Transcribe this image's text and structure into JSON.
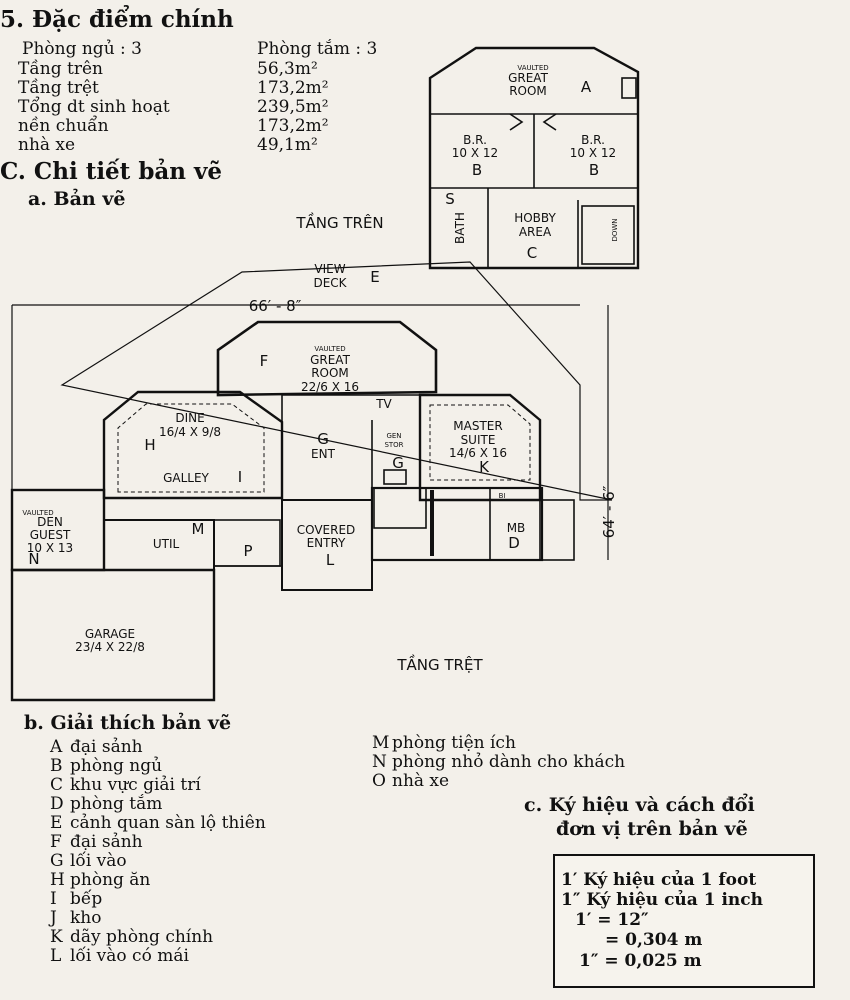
{
  "features": {
    "heading": "5. Đặc điểm chính",
    "bedrooms": "Phòng ngủ : 3",
    "bathrooms": "Phòng tắm : 3",
    "rows": [
      {
        "label": "Tầng trên",
        "value": "56,3m²"
      },
      {
        "label": "Tầng trệt",
        "value": "173,2m²"
      },
      {
        "label": "Tổng dt sinh hoạt",
        "value": "239,5m²"
      },
      {
        "label": "nền chuẩn",
        "value": "173,2m²"
      },
      {
        "label": "nhà xe",
        "value": "49,1m²"
      }
    ]
  },
  "details": {
    "heading": "C. Chi tiết bản vẽ",
    "sub": "a. Bản vẽ"
  },
  "plan": {
    "upper_title": "TẦNG TRÊN",
    "ground_title": "TẦNG TRỆT",
    "dim_width": "66′ - 8″",
    "dim_depth": "64′ - 6″",
    "upper": {
      "great_room": {
        "note": "VAULTED",
        "l1": "GREAT",
        "l2": "ROOM",
        "letter": "A"
      },
      "br_left": {
        "name": "B.R.",
        "size": "10 X 12",
        "letter": "B"
      },
      "br_right": {
        "name": "B.R.",
        "size": "10 X 12",
        "letter": "B"
      },
      "bath": {
        "name": "BATH",
        "letter": "S"
      },
      "hobby": {
        "l1": "HOBBY",
        "l2": "AREA",
        "letter": "C"
      },
      "down": "DOWN"
    },
    "ground": {
      "view_deck": {
        "l1": "VIEW",
        "l2": "DECK",
        "letter": "E"
      },
      "great_room": {
        "note": "VAULTED",
        "l1": "GREAT",
        "l2": "ROOM",
        "size": "22/6 X 16",
        "letter": "F"
      },
      "dine": {
        "name": "DINE",
        "size": "16/4 X 9/8",
        "letter": "H"
      },
      "galley": {
        "name": "GALLEY",
        "letter": "I"
      },
      "ent": {
        "name": "ENT",
        "letter": "G"
      },
      "tv": "TV",
      "gen_stor": {
        "l1": "GEN",
        "l2": "STOR",
        "letter": "G"
      },
      "master": {
        "l1": "MASTER",
        "l2": "SUITE",
        "size": "14/6 X 16",
        "letter": "K"
      },
      "den": {
        "note": "VAULTED",
        "l1": "DEN",
        "l2": "GUEST",
        "size": "10 X 13",
        "letter": "N"
      },
      "util": {
        "name": "UTIL",
        "letter": "M"
      },
      "covered_entry": {
        "l1": "COVERED",
        "l2": "ENTRY",
        "letter": "L"
      },
      "garage": {
        "name": "GARAGE",
        "size": "23/4 X 22/8"
      },
      "bi": "BI",
      "mb": {
        "name": "MB",
        "letter": "D"
      },
      "p": "P"
    }
  },
  "legend": {
    "heading": "b. Giải thích bản vẽ",
    "col1": [
      {
        "k": "A",
        "v": "đại sảnh"
      },
      {
        "k": "B",
        "v": "phòng ngủ"
      },
      {
        "k": "C",
        "v": "khu vực giải trí"
      },
      {
        "k": "D",
        "v": "phòng tắm"
      },
      {
        "k": "E",
        "v": "cảnh quan sàn lộ thiên"
      },
      {
        "k": "F",
        "v": "đại sảnh"
      },
      {
        "k": "G",
        "v": "lối vào"
      },
      {
        "k": "H",
        "v": "phòng ăn"
      },
      {
        "k": "I",
        "v": "bếp"
      },
      {
        "k": "J",
        "v": "kho"
      },
      {
        "k": "K",
        "v": "dãy phòng chính"
      },
      {
        "k": "L",
        "v": "lối vào có mái"
      }
    ],
    "col2": [
      {
        "k": "M",
        "v": "phòng tiện ích"
      },
      {
        "k": "N",
        "v": "phòng nhỏ dành cho khách"
      },
      {
        "k": "O",
        "v": "nhà xe"
      }
    ]
  },
  "symbols": {
    "heading1": "c. Ký hiệu và cách đổi",
    "heading2": "đơn vị trên bản vẽ",
    "r1": "1′ Ký hiệu của 1 foot",
    "r2": "1″ Ký hiệu của 1 inch",
    "r3": "1′ = 12″",
    "r4": "= 0,304 m",
    "r5": "1″ = 0,025 m"
  }
}
